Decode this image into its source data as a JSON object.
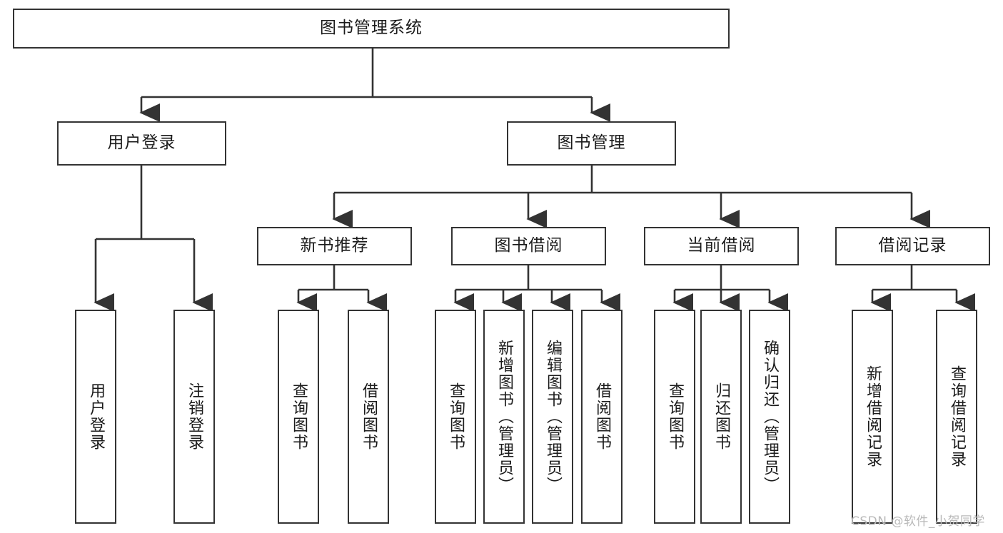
{
  "diagram": {
    "title_node": {
      "label": "图书管理系统"
    },
    "level1": [
      {
        "id": "user-login",
        "label": "用户登录"
      },
      {
        "id": "book-management",
        "label": "图书管理"
      }
    ],
    "level2": [
      {
        "id": "new-book-recommend",
        "label": "新书推荐"
      },
      {
        "id": "book-borrow",
        "label": "图书借阅"
      },
      {
        "id": "current-borrow",
        "label": "当前借阅"
      },
      {
        "id": "borrow-record",
        "label": "借阅记录"
      }
    ],
    "leaves": {
      "user_login": [
        {
          "id": "leaf-user-login",
          "label": "用户登录"
        },
        {
          "id": "leaf-logout",
          "label": "注销登录"
        }
      ],
      "new_book_recommend": [
        {
          "id": "leaf-query-book-1",
          "label": "查询图书"
        },
        {
          "id": "leaf-borrow-book-1",
          "label": "借阅图书"
        }
      ],
      "book_borrow": [
        {
          "id": "leaf-query-book-2",
          "label": "查询图书"
        },
        {
          "id": "leaf-add-book",
          "label": "新增图书（管理员）"
        },
        {
          "id": "leaf-edit-book",
          "label": "编辑图书（管理员）"
        },
        {
          "id": "leaf-borrow-book-2",
          "label": "借阅图书"
        }
      ],
      "current_borrow": [
        {
          "id": "leaf-query-book-3",
          "label": "查询图书"
        },
        {
          "id": "leaf-return-book",
          "label": "归还图书"
        },
        {
          "id": "leaf-confirm-return",
          "label": "确认归还（管理员）"
        }
      ],
      "borrow_record": [
        {
          "id": "leaf-add-record",
          "label": "新增借阅记录"
        },
        {
          "id": "leaf-query-record",
          "label": "查询借阅记录"
        }
      ]
    },
    "watermark": "CSDN @软件_小贺同学",
    "colors": {
      "stroke": "#333333",
      "background": "#ffffff",
      "text": "#1b1b1b",
      "watermark": "#b9b9b9"
    }
  }
}
